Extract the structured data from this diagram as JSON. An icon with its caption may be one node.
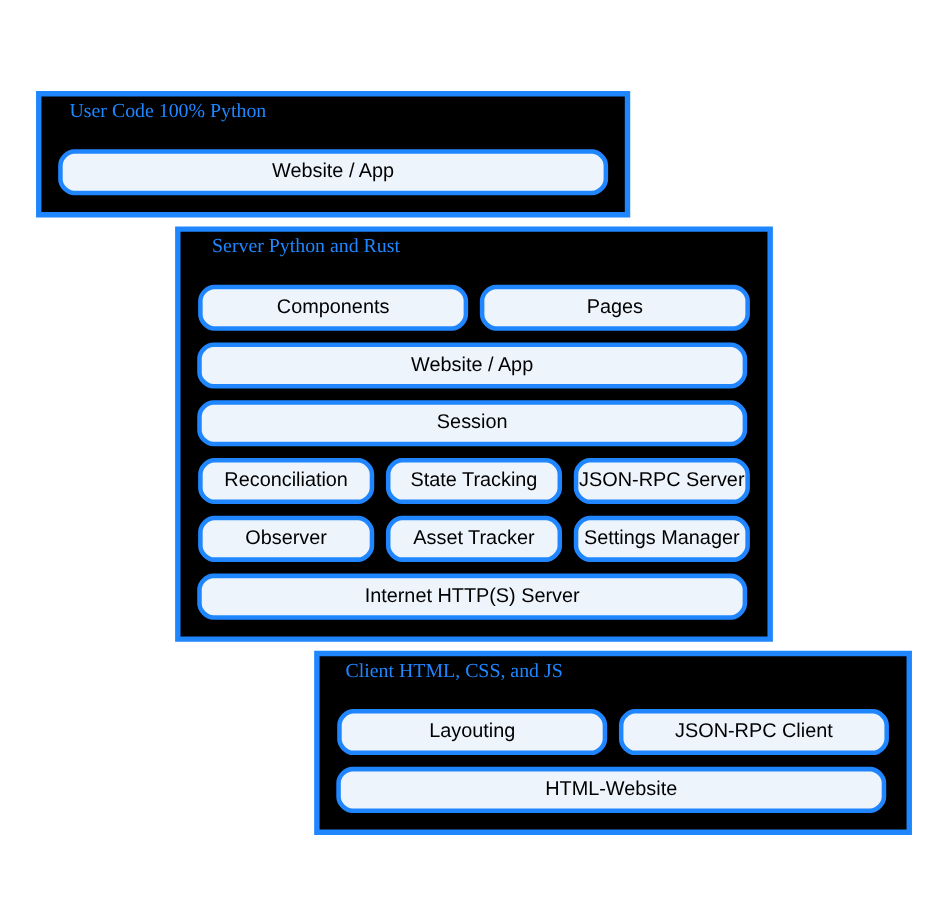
{
  "diagram": {
    "nodes": [
      {
        "text": [
          "User Code 100% Python"
        ]
      },
      {
        "text": [
          "Website / App"
        ],
        "in": 0
      },
      {
        "text": [
          "Server Python and Rust"
        ]
      },
      {
        "text": [
          "Components"
        ],
        "in": 2
      },
      {
        "text": [
          "Pages"
        ],
        "in": 2
      },
      {
        "text": [
          "Website / App"
        ],
        "in": 2
      },
      {
        "text": [
          "Session"
        ],
        "in": 2
      },
      {
        "text": [
          "Reconciliation"
        ],
        "in": 2
      },
      {
        "text": [
          "State Tracking"
        ],
        "in": 2
      },
      {
        "text": [
          "JSON-RPC Server"
        ],
        "in": 2
      },
      {
        "text": [
          "Observer"
        ],
        "in": 2
      },
      {
        "text": [
          "Asset Tracker"
        ],
        "in": 2
      },
      {
        "text": [
          "Settings Manager"
        ],
        "in": 2
      },
      {
        "text": [
          "Internet HTTP(S) Server"
        ],
        "in": 2
      },
      {
        "text": [
          "Client HTML, CSS, and JS"
        ]
      },
      {
        "text": [
          "Layouting"
        ],
        "in": 14
      },
      {
        "text": [
          "JSON-RPC Client"
        ],
        "in": 14
      },
      {
        "text": [
          "HTML-Website"
        ],
        "in": 14
      }
    ],
    "edges": []
  }
}
